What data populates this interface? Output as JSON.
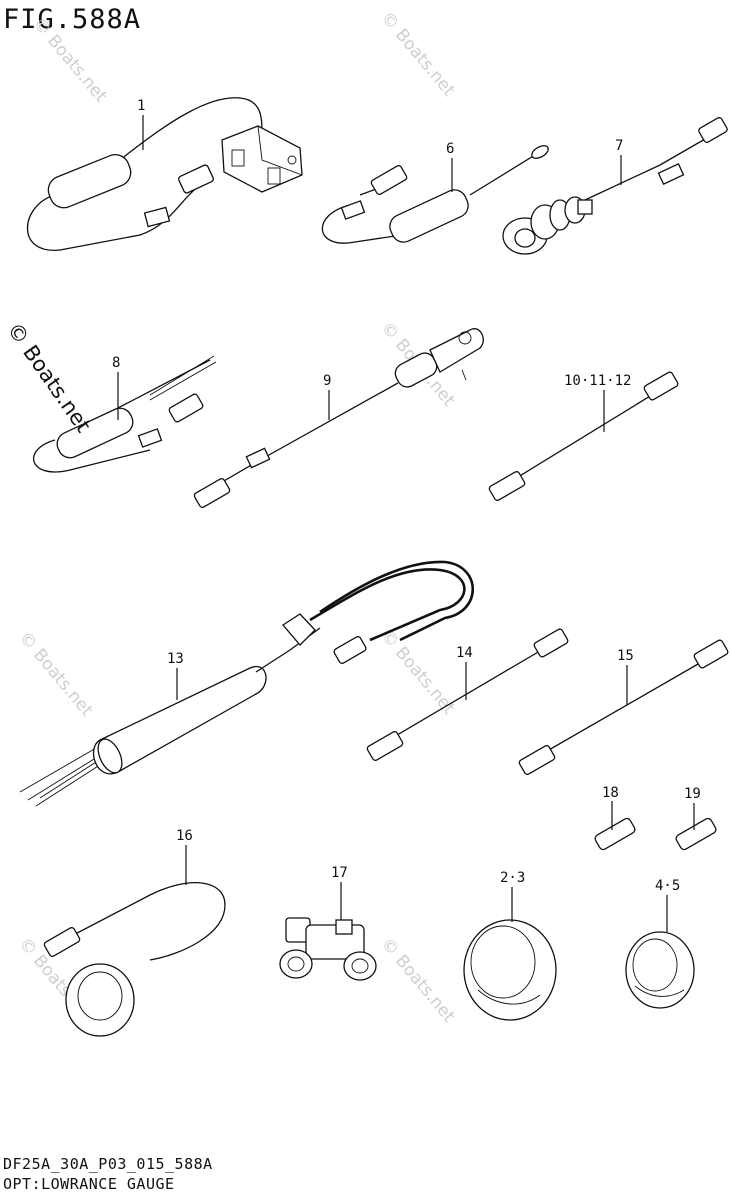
{
  "figure": {
    "title": "FIG.588A",
    "code": "DF25A_30A_P03_015_588A",
    "caption": "OPT:LOWRANCE GAUGE"
  },
  "watermarks": {
    "main": "© Boats.net",
    "faint": "© Boats.net"
  },
  "callouts": [
    {
      "id": "1",
      "label": "1"
    },
    {
      "id": "6",
      "label": "6"
    },
    {
      "id": "7",
      "label": "7"
    },
    {
      "id": "8",
      "label": "8"
    },
    {
      "id": "9",
      "label": "9"
    },
    {
      "id": "10-11-12",
      "label": "10·11·12"
    },
    {
      "id": "13",
      "label": "13"
    },
    {
      "id": "14",
      "label": "14"
    },
    {
      "id": "15",
      "label": "15"
    },
    {
      "id": "16",
      "label": "16"
    },
    {
      "id": "17",
      "label": "17"
    },
    {
      "id": "18",
      "label": "18"
    },
    {
      "id": "19",
      "label": "19"
    },
    {
      "id": "2-3",
      "label": "2·3"
    },
    {
      "id": "4-5",
      "label": "4·5"
    }
  ]
}
